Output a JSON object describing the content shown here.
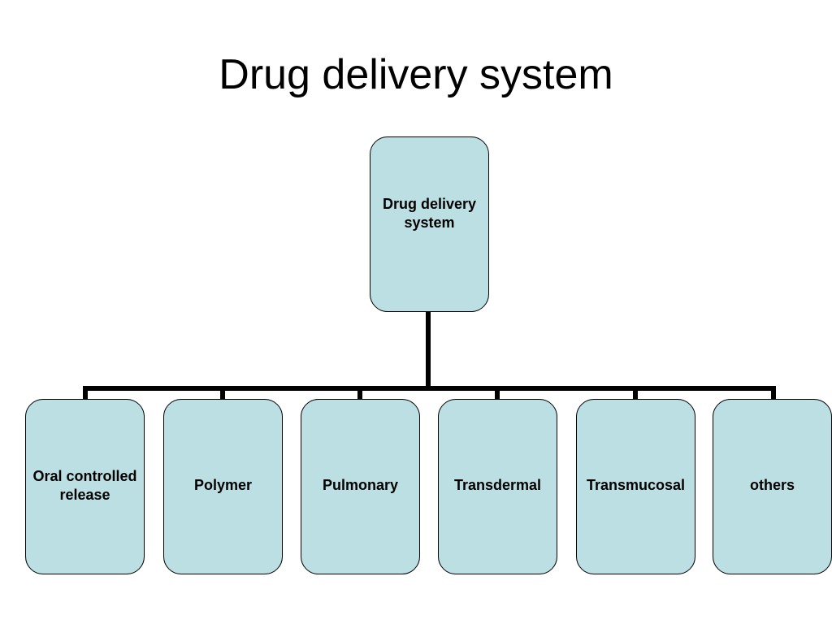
{
  "title": "Drug delivery system",
  "colors": {
    "node_fill": "#bbdfe3",
    "node_border": "#000000",
    "connector": "#000000"
  },
  "diagram": {
    "root": {
      "label": "Drug delivery system"
    },
    "children": [
      {
        "label": "Oral controlled release"
      },
      {
        "label": "Polymer"
      },
      {
        "label": "Pulmonary"
      },
      {
        "label": "Transdermal"
      },
      {
        "label": "Transmucosal"
      },
      {
        "label": "others"
      }
    ]
  }
}
